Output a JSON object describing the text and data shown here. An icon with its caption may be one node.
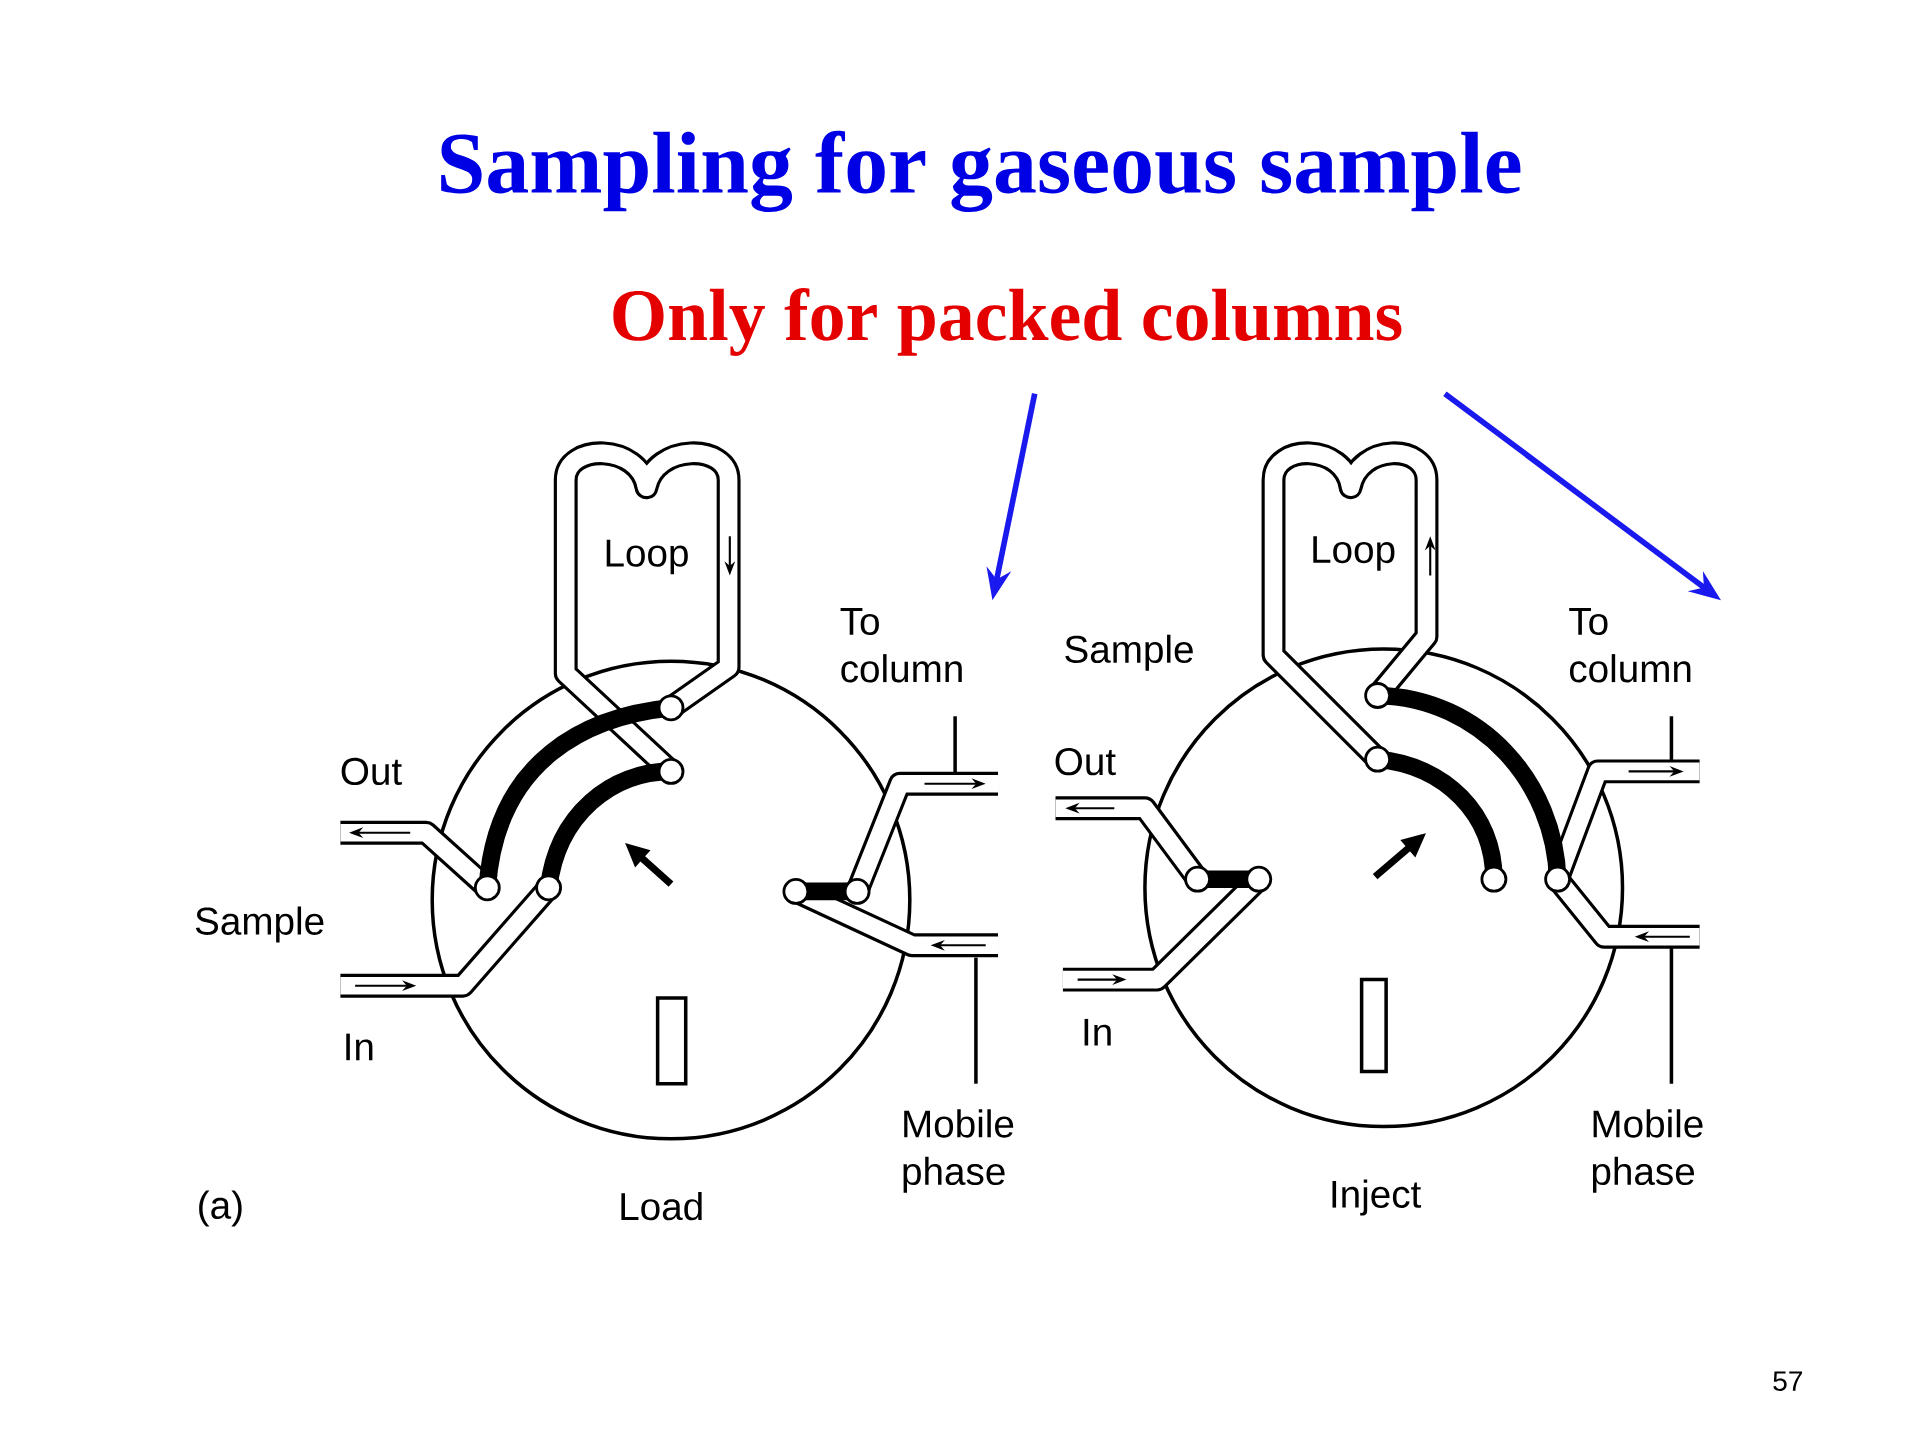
{
  "diagram": {
    "title": "Sampling for gaseous sample",
    "nodes": [
      {
        "text": [
          "Only for packed columns"
        ]
      },
      {
        "text": [
          "To column"
        ]
      },
      {
        "text": [
          "To column"
        ]
      }
    ],
    "edges": [
      {
        "from": 0,
        "to": 1,
        "arrow": "to",
        "color": "#1a1aee"
      },
      {
        "from": 0,
        "to": 2,
        "arrow": "to",
        "color": "#1a1aee"
      }
    ],
    "labels": [
      "Loop",
      "Out",
      "Sample",
      "In",
      "Mobile phase",
      "(a)",
      "Load",
      "Loop",
      "Sample",
      "Out",
      "In",
      "Mobile phase",
      "Inject",
      "57"
    ]
  }
}
